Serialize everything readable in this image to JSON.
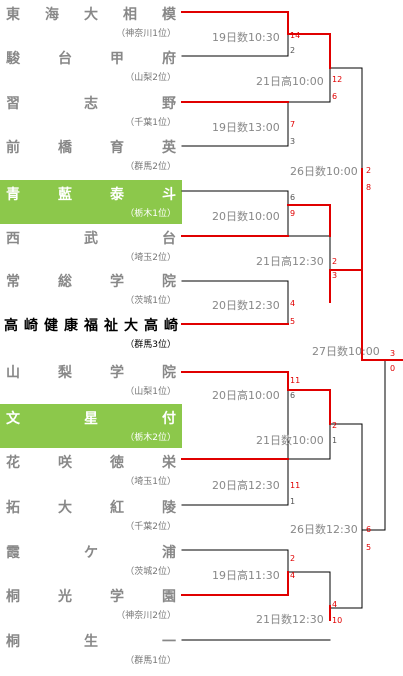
{
  "teams": [
    {
      "name": "東海大相模",
      "pref": "（神奈川1位）",
      "highlight": false,
      "strong": false
    },
    {
      "name": "駿台甲府",
      "pref": "（山梨2位）",
      "highlight": false,
      "strong": false
    },
    {
      "name": "習志野",
      "pref": "（千葉1位）",
      "highlight": false,
      "strong": false
    },
    {
      "name": "前橋育英",
      "pref": "（群馬2位）",
      "highlight": false,
      "strong": false
    },
    {
      "name": "青藍泰斗",
      "pref": "（栃木1位）",
      "highlight": true,
      "strong": false
    },
    {
      "name": "西武台",
      "pref": "（埼玉2位）",
      "highlight": false,
      "strong": false
    },
    {
      "name": "常総学院",
      "pref": "（茨城1位）",
      "highlight": false,
      "strong": false
    },
    {
      "name": "高崎健康福祉大高崎",
      "pref": "（群馬3位）",
      "highlight": false,
      "strong": true
    },
    {
      "name": "山梨学院",
      "pref": "（山梨1位）",
      "highlight": false,
      "strong": false
    },
    {
      "name": "文星付",
      "pref": "（栃木2位）",
      "highlight": true,
      "strong": false
    },
    {
      "name": "花咲徳栄",
      "pref": "（埼玉1位）",
      "highlight": false,
      "strong": false
    },
    {
      "name": "拓大紅陵",
      "pref": "（千葉2位）",
      "highlight": false,
      "strong": false
    },
    {
      "name": "霞ケ浦",
      "pref": "（茨城2位）",
      "highlight": false,
      "strong": false
    },
    {
      "name": "桐光学園",
      "pref": "（神奈川2位）",
      "highlight": false,
      "strong": false
    },
    {
      "name": "桐生一",
      "pref": "（群馬1位）",
      "highlight": false,
      "strong": false
    }
  ],
  "match_labels": [
    "19日数10:30",
    "21日高10:00",
    "19日数13:00",
    "26日数10:00",
    "20日数10:00",
    "21日高12:30",
    "20日数12:30",
    "27日数10:00",
    "20日高10:00",
    "21日数10:00",
    "20日高12:30",
    "26日数12:30",
    "19日高11:30",
    "21日数12:30"
  ],
  "scores": [
    "14",
    "2",
    "12",
    "6",
    "7",
    "3",
    "2",
    "8",
    "6",
    "9",
    "2",
    "3",
    "4",
    "5",
    "3",
    "0",
    "11",
    "6",
    "2",
    "1",
    "11",
    "1",
    "6",
    "5",
    "2",
    "4",
    "4",
    "10"
  ],
  "colors": {
    "win": "#e00000",
    "line": "#000000",
    "highlight": "#8cc84b",
    "text": "#888888"
  }
}
